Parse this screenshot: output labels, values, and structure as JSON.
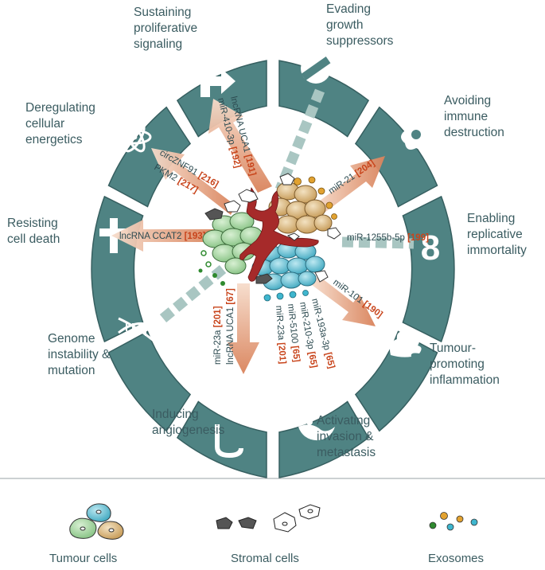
{
  "hallmarks": {
    "sustaining": [
      "Sustaining",
      "proliferative",
      "signaling"
    ],
    "evading": [
      "Evading",
      "growth",
      "suppressors"
    ],
    "avoiding": [
      "Avoiding",
      "immune",
      "destruction"
    ],
    "enabling": [
      "Enabling",
      "replicative",
      "immortality"
    ],
    "tumour_promoting": [
      "Tumour-",
      "promoting",
      "inflammation"
    ],
    "activating": [
      "Activating",
      "invasion &",
      "metastasis"
    ],
    "inducing": [
      "Inducing",
      "angiogenesis"
    ],
    "genome": [
      "Genome",
      "instability &",
      "mutation"
    ],
    "resisting": [
      "Resisting",
      "cell death"
    ],
    "deregulating": [
      "Deregulating",
      "cellular",
      "energetics"
    ]
  },
  "arrows": {
    "lnc_uca1_top": {
      "text": "lncRNA UCA1",
      "ref": "[191]"
    },
    "mir_410": {
      "text": "miR-410-3p",
      "ref": "[192]"
    },
    "circznf91": {
      "text": "circZNF91",
      "ref": "[216]"
    },
    "pkm2": {
      "text": "PKM2",
      "ref": "[217]"
    },
    "mir21": {
      "text": "miR-21",
      "ref": "[204]"
    },
    "ccat2": {
      "text": "lncRNA CCAT2",
      "ref": "[193]"
    },
    "mir1255": {
      "text": "miR-1255b-5p",
      "ref": "[199]"
    },
    "mir101": {
      "text": "miR-101",
      "ref": "[190]"
    },
    "mir23a_left": {
      "text": "miR-23a",
      "ref": "[201]"
    },
    "lnc_uca1_bottom": {
      "text": "lncRNA UCA1",
      "ref": "[67]"
    },
    "mir193": {
      "text": "miR-193a-3p",
      "ref": "[65]"
    },
    "mir210": {
      "text": "miR-210-3p",
      "ref": "[65]"
    },
    "mir5100": {
      "text": "miR-5100",
      "ref": "[65]"
    },
    "mir23a_right": {
      "text": "miR-23a",
      "ref": "[201]"
    }
  },
  "legend": {
    "tumour": "Tumour cells",
    "stromal": "Stromal cells",
    "exosomes": "Exosomes"
  },
  "colors": {
    "segment": "#4f8383",
    "arrow": "#dc8a62",
    "label": "#3b5c61",
    "reference": "#c8441b",
    "green_cells": "#a9d5a6",
    "teal_cells": "#6fc3d4",
    "tan_cells": "#d7b682",
    "vessel": "#a62a2a"
  }
}
